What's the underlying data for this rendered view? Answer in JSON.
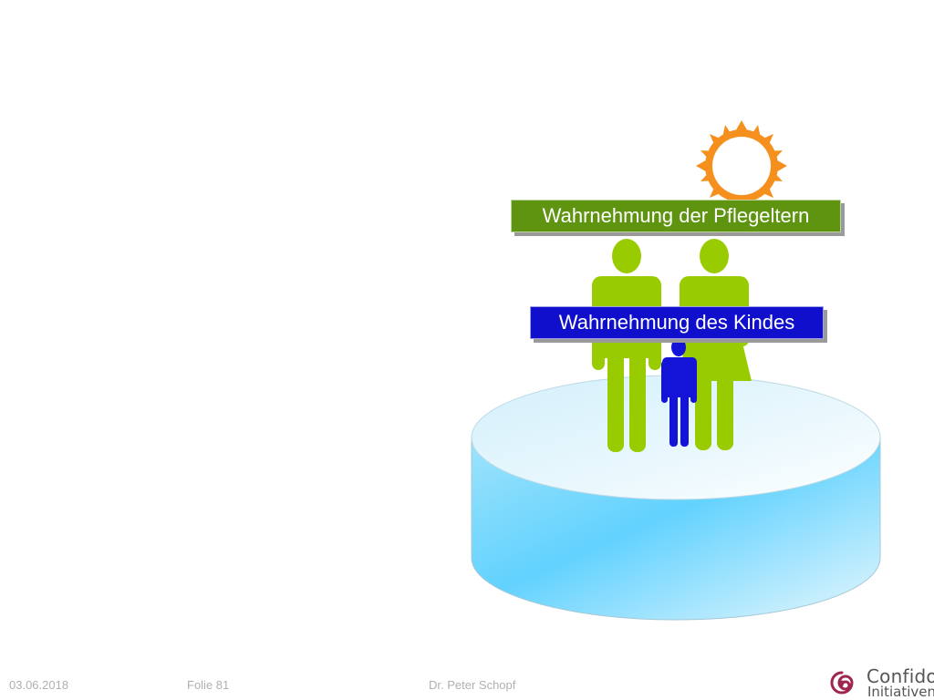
{
  "labels": {
    "parents_perception": "Wahrnehmung der Pflegeltern",
    "child_perception": "Wahrnehmung des Kindes"
  },
  "footer": {
    "date": "03.06.2018",
    "slide": "Folie 81",
    "author": "Dr. Peter Schopf"
  },
  "logo": {
    "line1": "Confido",
    "line2": "Initiativen"
  },
  "colors": {
    "parents_label_bg": "#5e9410",
    "child_label_bg": "#1010cc",
    "adult_figure": "#99cc00",
    "child_figure": "#1414d8",
    "sun": "#f5901e",
    "platform_top": "#d8f0fb",
    "platform_side": "#5ccfff",
    "logo_accent": "#a0264e"
  },
  "icons": {
    "sun": "sun-icon",
    "adult_male": "man-figure-icon",
    "adult_female": "woman-figure-icon",
    "child": "child-figure-icon",
    "logo": "confido-spiral-icon"
  }
}
